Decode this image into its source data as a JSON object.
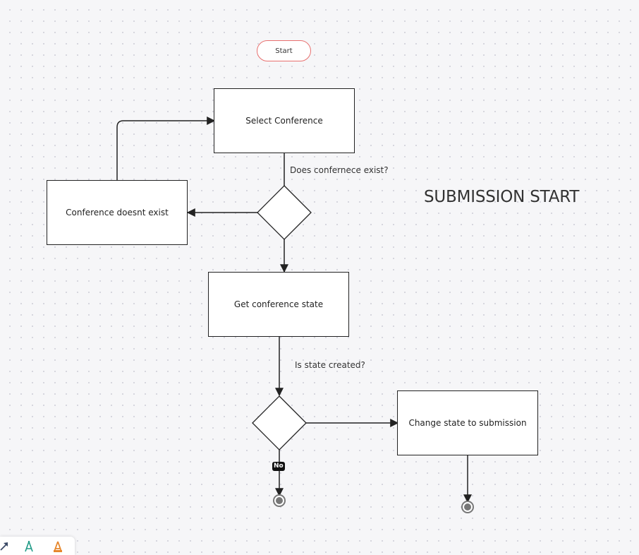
{
  "diagram": {
    "title": "SUBMISSION START",
    "nodes": {
      "start": "Start",
      "select_conference": "Select Conference",
      "conference_not_exist": "Conference doesnt exist",
      "get_state": "Get conference state",
      "change_state": "Change state to submission"
    },
    "edge_labels": {
      "exists_question": "Does confernece exist?",
      "state_created_question": "Is state created?",
      "no": "No"
    }
  },
  "toolbar": {
    "tools": [
      {
        "icon": "arrow-pointer-icon",
        "color": "#3b4a66"
      },
      {
        "icon": "pen-tool-icon",
        "color": "#1f9a86"
      },
      {
        "icon": "highlighter-tool-icon",
        "color": "#e6862b"
      }
    ]
  }
}
